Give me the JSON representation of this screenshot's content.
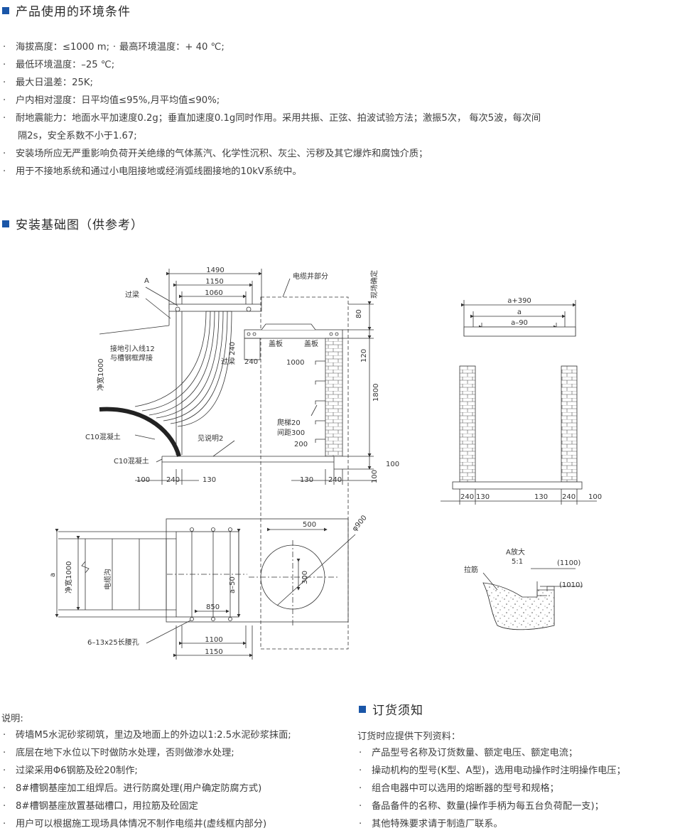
{
  "sections": {
    "env": {
      "title": "产品使用的环境条件",
      "items": [
        "海拔高度：≤1000 m;",
        "最高环境温度：+ 40 ℃;",
        "最低环境温度：–25 ℃;",
        "最大日温差：25K;",
        "户内相对湿度：日平均值≤95%,月平均值≤90%;",
        "耐地震能力：地面水平加速度0.2g；垂直加速度0.1g同时作用。采用共振、正弦、拍波试验方法；激振5次， 每次5波，每次间",
        "隔2s，安全系数不小于1.67;",
        "安装场所应无严重影响负荷开关绝缘的气体蒸汽、化学性沉积、灰尘、污秽及其它爆炸和腐蚀介质；",
        "用于不接地系统和通过小电阻接地或经消弧线圈接地的10kV系统中。"
      ]
    },
    "foundation": {
      "title": "安装基础图（供参考）"
    },
    "notes": {
      "title": "说明:",
      "items": [
        "砖墙M5水泥砂浆砌筑，里边及地面上的外边以1:2.5水泥砂浆抹面;",
        "底层在地下水位以下时做防水处理，否则做渗水处理;",
        "过梁采用Φ6钢筋及砼20制作;",
        "8#槽钢基座加工组焊后。进行防腐处理(用户确定防腐方式)",
        "8#槽钢基座放置基础槽口，用拉筋及砼固定",
        "用户可以根据施工现场具体情况不制作电缆井(虚线框内部分)"
      ]
    },
    "order": {
      "title": "订货须知",
      "intro": "订货时应提供下列资料：",
      "items": [
        "产品型号名称及订货数量、额定电压、额定电流；",
        "操动机构的型号(K型、A型)，选用电动操作时注明操作电压；",
        "组合电器中可以选用的熔断器的型号和规格；",
        "备品备件的名称、数量(操作手柄为每五台负荷配一支)；",
        "其他特殊要求请于制造厂联系。"
      ]
    }
  },
  "bullet": "·",
  "drawing": {
    "labels": {
      "a_mark": "A",
      "beam": "过梁",
      "cable_well": "电缆井部分",
      "site_fixed": "现场确定",
      "d1490": "1490",
      "d1150": "1150",
      "d1060": "1060",
      "d80": "80",
      "d120": "120",
      "d1800": "1800",
      "d100": "100",
      "d240": "240",
      "d130": "130",
      "d1000": "1000",
      "d200": "200",
      "cover": "盖板",
      "ground_lead": "接地引入线12",
      "weld": "与槽钢框焊接",
      "clear_1000": "净宽1000",
      "c10": "C10混凝土",
      "see_note": "见说明2",
      "ladder": "爬梯20",
      "spacing": "间距300",
      "a390": "a+390",
      "a": "a",
      "a90": "a–90",
      "d500": "500",
      "phi900": "φ900",
      "d300": "300",
      "a50": "a–50",
      "d850": "850",
      "d1100": "1100",
      "cable_trench": "电缆沟",
      "slots": "6–13x25长腰孔",
      "a_zoom": "A放大",
      "scale": "5:1",
      "rebar": "拉筋",
      "d1100p": "(1100)",
      "d1010p": "(1010)"
    }
  }
}
